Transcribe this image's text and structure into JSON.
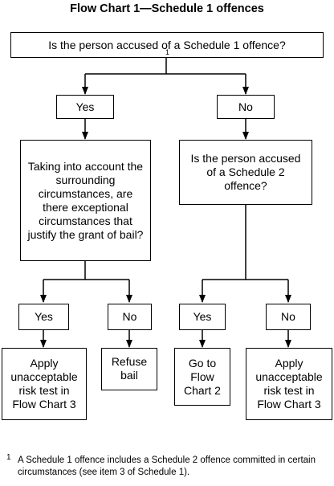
{
  "title": "Flow Chart 1—Schedule 1 offences",
  "nodes": {
    "q1": {
      "text": "Is the person accused of a Schedule 1 offence?",
      "footnote_ref": "1"
    },
    "yes1": {
      "text": "Yes"
    },
    "no1": {
      "text": "No"
    },
    "q2": {
      "text": "Taking into account the surrounding circumstances, are there exceptional circumstances that justify the grant of bail?"
    },
    "q3": {
      "text": "Is the person accused of a Schedule 2 offence?"
    },
    "yes2": {
      "text": "Yes"
    },
    "no2": {
      "text": "No"
    },
    "yes3": {
      "text": "Yes"
    },
    "no3": {
      "text": "No"
    },
    "o1": {
      "text": "Apply unacceptable risk test in Flow Chart 3"
    },
    "o2": {
      "text": "Refuse bail"
    },
    "o3": {
      "text": "Go to Flow Chart 2"
    },
    "o4": {
      "text": "Apply unacceptable risk test in Flow Chart 3"
    }
  },
  "footnote": {
    "marker": "1",
    "text": "A Schedule 1 offence includes a Schedule 2 offence committed in certain circumstances (see item 3 of Schedule 1)."
  }
}
